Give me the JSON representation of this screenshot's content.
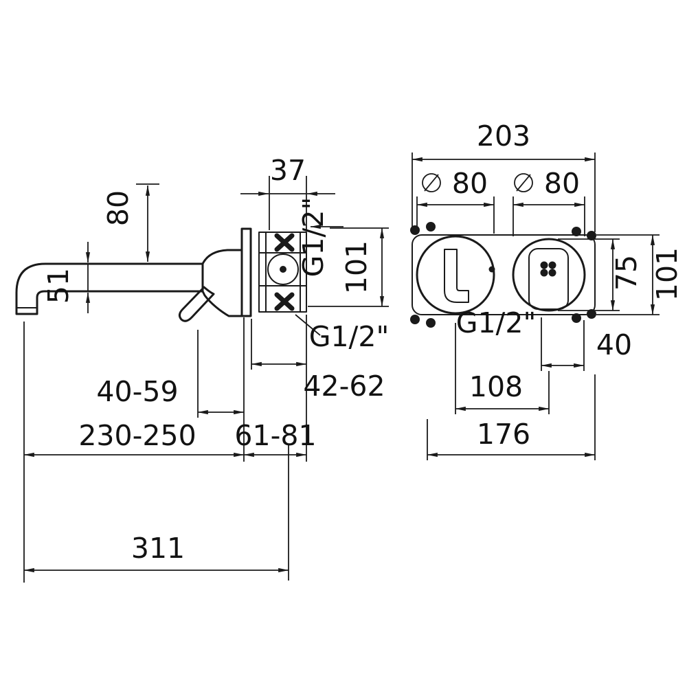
{
  "drawing": {
    "background": "#ffffff",
    "line_color": "#1a1a1a"
  },
  "side_view": {
    "label": "faucet-side-view",
    "dims": {
      "valve_width": "37",
      "spout_to_top": "80",
      "spout_diameter": "51",
      "thread_top": "G1/2\"",
      "valve_height": "101",
      "thread_outlet": "G1/2\"",
      "handle_to_wall": "40-59",
      "install_depth": "42-62",
      "spout_reach": "230-250",
      "wall_range": "61-81",
      "total_length": "311"
    }
  },
  "front_view": {
    "label": "concealed-body-front-view",
    "dims": {
      "overall_width": "203",
      "diameter_symbol": "⌀",
      "left_diameter": "80",
      "right_diameter": "80",
      "cartridge_height": "75",
      "body_height": "101",
      "thread": "G1/2\"",
      "offset_right": "40",
      "center_distance": "108",
      "mounting_span": "176"
    }
  }
}
